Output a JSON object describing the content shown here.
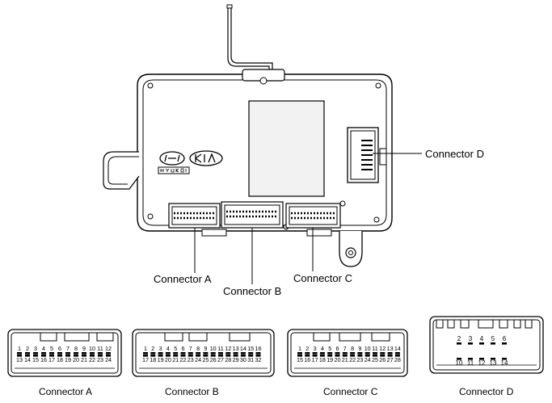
{
  "callouts": {
    "a": "Connector A",
    "b": "Connector B",
    "c": "Connector C",
    "d": "Connector D"
  },
  "connectors": [
    {
      "caption": "Connector A",
      "rows": [
        [
          "1",
          "2",
          "3",
          "4",
          "5",
          "6",
          "7",
          "8",
          "9",
          "10",
          "11",
          "12"
        ],
        [
          "13",
          "14",
          "15",
          "16",
          "17",
          "18",
          "19",
          "20",
          "21",
          "22",
          "23",
          "24"
        ]
      ]
    },
    {
      "caption": "Connector B",
      "rows": [
        [
          "1",
          "2",
          "3",
          "4",
          "5",
          "6",
          "7",
          "8",
          "9",
          "10",
          "11",
          "12",
          "13",
          "14",
          "15",
          "16"
        ],
        [
          "17",
          "18",
          "19",
          "20",
          "21",
          "22",
          "23",
          "24",
          "25",
          "26",
          "27",
          "28",
          "29",
          "30",
          "31",
          "32"
        ]
      ]
    },
    {
      "caption": "Connector C",
      "rows": [
        [
          "1",
          "2",
          "3",
          "4",
          "5",
          "6",
          "7",
          "8",
          "9",
          "10",
          "11",
          "12",
          "13",
          "14"
        ],
        [
          "15",
          "16",
          "17",
          "18",
          "19",
          "20",
          "21",
          "22",
          "23",
          "24",
          "25",
          "26",
          "27",
          "28"
        ]
      ]
    },
    {
      "caption": "Connector D",
      "rows": [
        [
          "2",
          "3",
          "4",
          "5",
          "6"
        ],
        [
          "10",
          "11",
          "12",
          "13",
          "14"
        ]
      ]
    }
  ],
  "colors": {
    "line": "#000000",
    "background": "#ffffff",
    "module_window": "#f2f2f2"
  }
}
